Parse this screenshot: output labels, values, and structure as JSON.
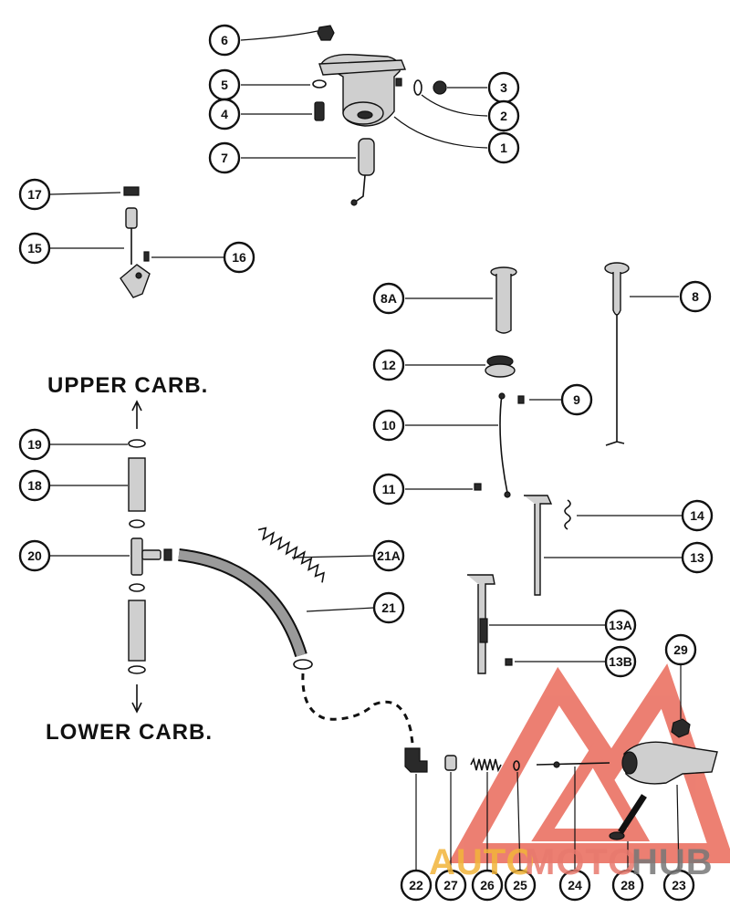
{
  "labels": {
    "upper_carb": "UPPER CARB.",
    "lower_carb": "LOWER CARB."
  },
  "callouts": {
    "c1": "1",
    "c2": "2",
    "c3": "3",
    "c4": "4",
    "c5": "5",
    "c6": "6",
    "c7": "7",
    "c8": "8",
    "c8a": "8A",
    "c9": "9",
    "c10": "10",
    "c11": "11",
    "c12": "12",
    "c13": "13",
    "c13a": "13A",
    "c13b": "13B",
    "c14": "14",
    "c15": "15",
    "c16": "16",
    "c17": "17",
    "c18": "18",
    "c19": "19",
    "c20": "20",
    "c21": "21",
    "c21a": "21A",
    "c22": "22",
    "c23": "23",
    "c24": "24",
    "c25": "25",
    "c26": "26",
    "c27": "27",
    "c28": "28",
    "c29": "29"
  },
  "watermark": {
    "text_auto": "AUTO",
    "text_moto": "MOTO",
    "text_hub": "HUB",
    "color_auto": "#f2b53a",
    "color_moto": "#e87a6e",
    "color_hub": "#777777",
    "triangle_color": "#e8604f"
  }
}
